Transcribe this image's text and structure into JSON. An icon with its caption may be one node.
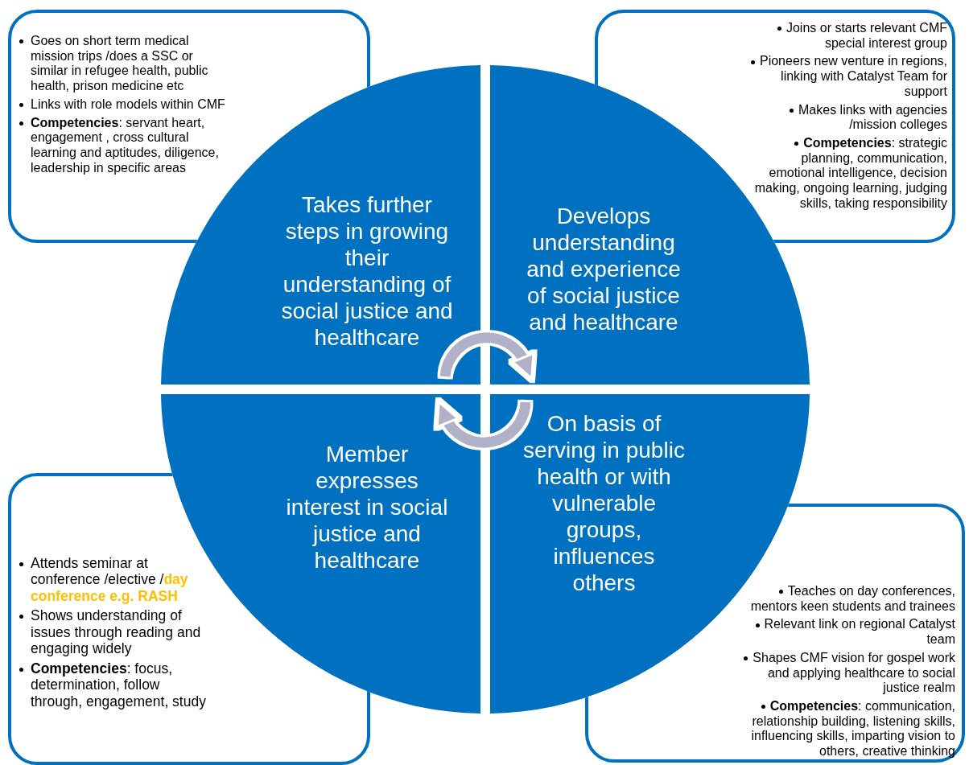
{
  "diagram": {
    "nodes": [
      {
        "text": [
          "Goes on short term medical mission trips /does a SSC or similar in refugee health, public health, prison medicine etc",
          "Links with role models within CMF",
          "**Competencies**: servant heart, engagement , cross cultural learning and aptitudes, diligence, leadership in specific areas"
        ]
      },
      {
        "text": [
          "Joins or starts relevant CMF special interest group",
          "Pioneers new venture in regions, linking with Catalyst Team for support",
          "Makes links with agencies /mission colleges",
          "**Competencies**: strategic planning, communication, emotional intelligence, decision making, ongoing learning, judging skills, taking responsibility"
        ]
      },
      {
        "text": [
          "Takes further steps in growing their understanding of social justice and healthcare"
        ]
      },
      {
        "text": [
          "Develops understanding and experience of social justice and healthcare"
        ]
      },
      {
        "text": [
          "Member expresses interest in social justice and healthcare"
        ]
      },
      {
        "text": [
          "On basis of serving in public health or with vulnerable groups, influences others"
        ]
      },
      {
        "text": [
          "Attends seminar at conference /elective /**day conference e.g. RASH**",
          "Shows understanding of issues through reading and engaging widely",
          "**Competencies**: focus, determination, follow through, engagement, study"
        ]
      },
      {
        "text": [
          "Teaches on day conferences, mentors keen students and trainees",
          "Relevant link on regional Catalyst team",
          "Shapes CMF vision for gospel work and applying healthcare to social justice realm",
          "**Competencies**: communication, relationship building, listening skills, influencing skills, imparting vision to others, creative thinking"
        ]
      }
    ],
    "edges": [
      {
        "from": 2,
        "to": 3,
        "arrow": "to"
      },
      {
        "from": 5,
        "to": 4,
        "arrow": "to"
      }
    ]
  }
}
